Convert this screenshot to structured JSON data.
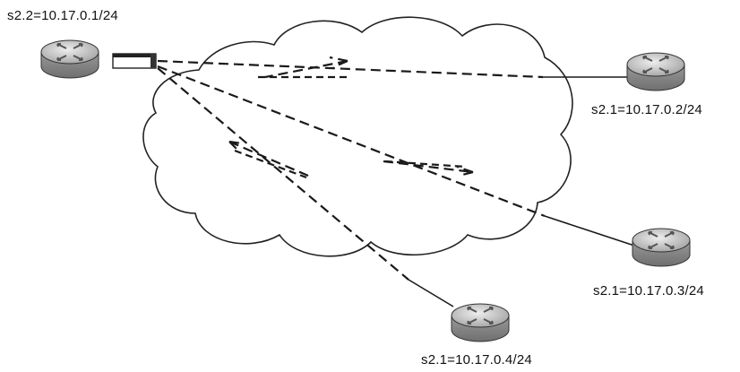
{
  "diagram": {
    "hub": {
      "label": "s2.2=10.17.0.1/24"
    },
    "spokes": [
      {
        "label": "s2.1=10.17.0.2/24"
      },
      {
        "label": "s2.1=10.17.0.3/24"
      },
      {
        "label": "s2.1=10.17.0.4/24"
      }
    ]
  },
  "colors": {
    "line": "#1a1a1a",
    "cloud_outline": "#222222",
    "router_body": "#b9b9b9",
    "router_top": "#d6d6d6"
  }
}
